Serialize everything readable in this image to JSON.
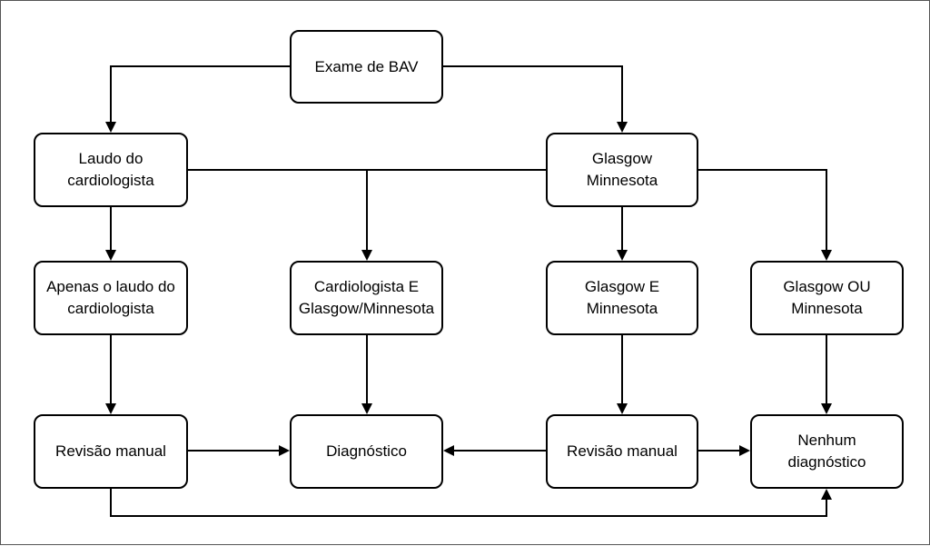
{
  "nodes": {
    "exame": "Exame de BAV",
    "laudo": "Laudo do\ncardiologista",
    "glasgow_minnesota": "Glasgow\nMinnesota",
    "apenas_laudo": "Apenas o laudo do\ncardiologista",
    "cardio_e_glasgow": "Cardiologista E\nGlasgow/Minnesota",
    "glasgow_e_minnesota": "Glasgow E\nMinnesota",
    "glasgow_ou_minnesota": "Glasgow OU\nMinnesota",
    "revisao_manual_1": "Revisão manual",
    "diagnostico": "Diagnóstico",
    "revisao_manual_2": "Revisão manual",
    "nenhum_diagnostico": "Nenhum\ndiagnóstico"
  },
  "colors": {
    "stroke": "#000000",
    "background": "#ffffff",
    "frame": "#555555"
  }
}
